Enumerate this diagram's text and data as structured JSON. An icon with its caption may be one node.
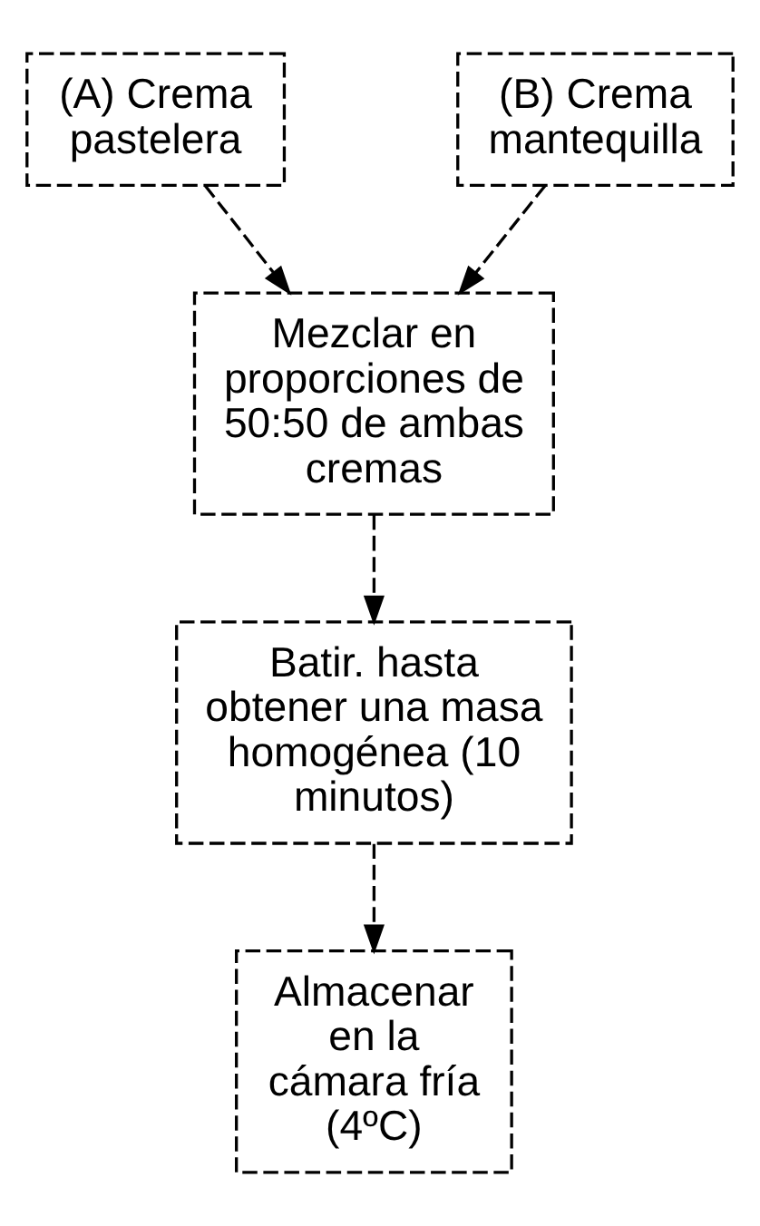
{
  "diagram": {
    "nodes": [
      {
        "text": [
          "(A) Crema pastelera"
        ]
      },
      {
        "text": [
          "(B) Crema mantequilla"
        ]
      },
      {
        "text": [
          "Mezclar en proporciones de 50:50 de ambas cremas"
        ]
      },
      {
        "text": [
          "Batir. hasta obtener una masa homogénea (10 minutos)"
        ]
      },
      {
        "text": [
          "Almacenar en la cámara fría (4ºC)"
        ]
      }
    ],
    "edges": [
      {
        "from": 0,
        "to": 2,
        "arrow": "to",
        "style": "dashed"
      },
      {
        "from": 1,
        "to": 2,
        "arrow": "to",
        "style": "dashed"
      },
      {
        "from": 2,
        "to": 3,
        "arrow": "to",
        "style": "dashed"
      },
      {
        "from": 3,
        "to": 4,
        "arrow": "to",
        "style": "dashed"
      }
    ]
  }
}
